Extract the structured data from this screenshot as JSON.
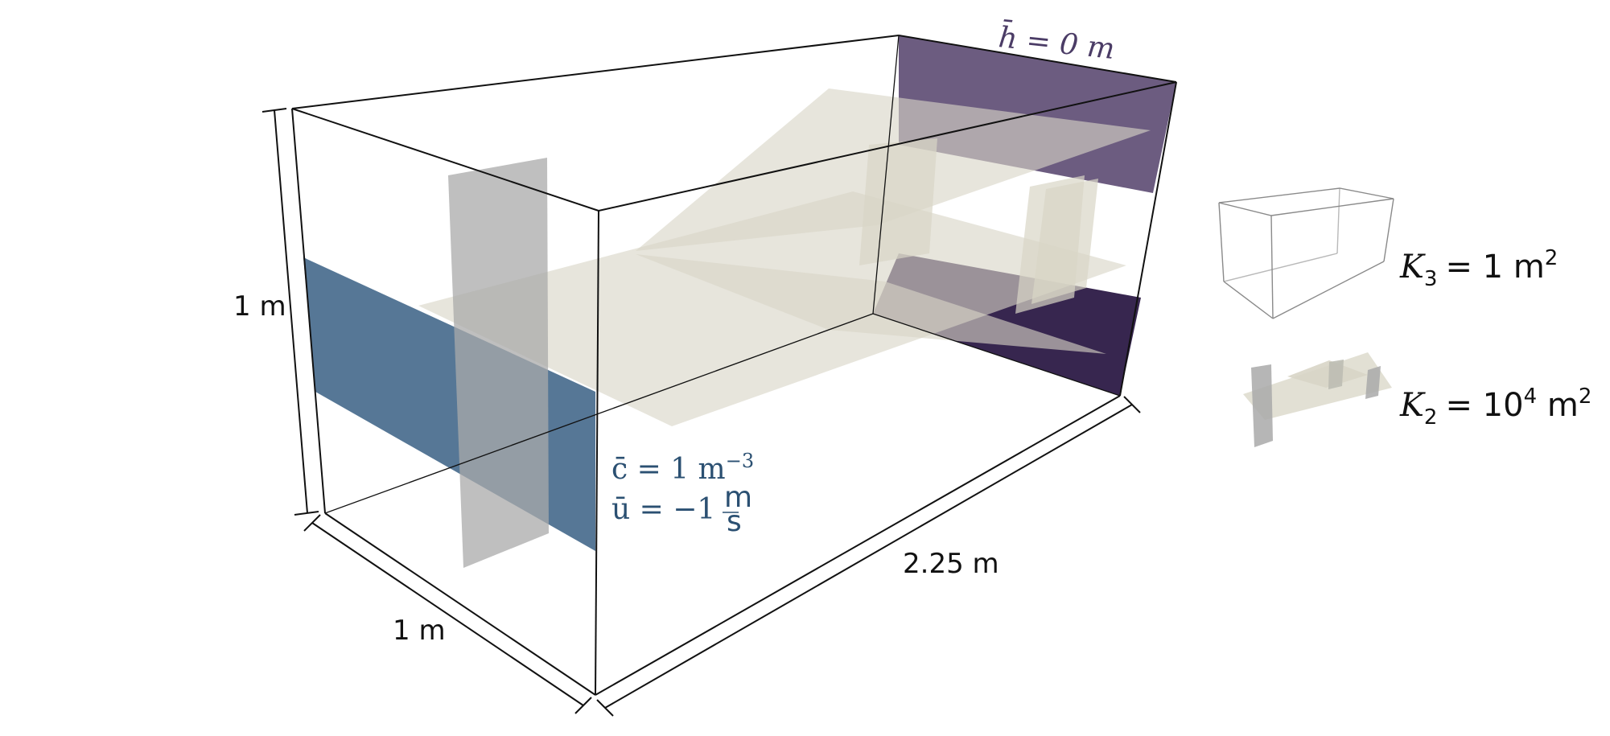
{
  "dimensions": {
    "height": "1 m",
    "depth": "1 m",
    "length": "2.25 m"
  },
  "boundary_conditions": {
    "inflow_concentration": "c̄ = 1 m",
    "inflow_concentration_exp": "−3",
    "inflow_velocity": "ū = −1",
    "inflow_velocity_num": "m",
    "inflow_velocity_den": "s",
    "outflow_head": "h̄ = 0 m"
  },
  "legend": {
    "matrix": {
      "symbol": "K",
      "subscript": "3",
      "value": "= 1 m",
      "exponent": "2"
    },
    "fractures": {
      "symbol": "K",
      "subscript": "2",
      "value": "= 10",
      "value_exp": "4",
      "unit": " m",
      "exponent": "2"
    }
  },
  "colors": {
    "inflow_face": "#3f6487",
    "outflow_face_top": "#5c4a72",
    "outflow_face_bottom": "#2c1a46",
    "fracture_face": "#d8d5c6",
    "vertical_fracture": "#a9a9a9",
    "edge": "#111111"
  }
}
